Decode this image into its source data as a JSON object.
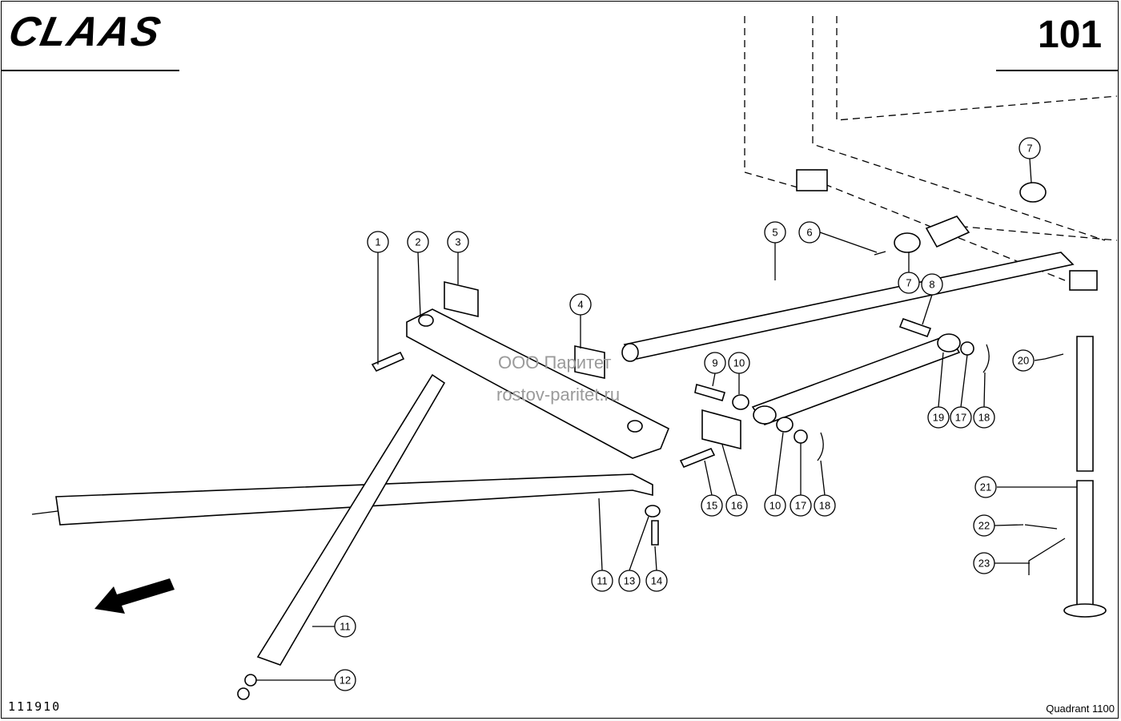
{
  "header": {
    "brand": "CLAAS",
    "page_number": "101"
  },
  "footer": {
    "drawing_number": "111910",
    "model": "Quadrant 1100"
  },
  "watermark": {
    "line1": "ООО Паритет",
    "line2": "rostov-paritet.ru"
  },
  "callouts": [
    "1",
    "2",
    "3",
    "4",
    "5",
    "6",
    "7",
    "7",
    "8",
    "9",
    "10",
    "10",
    "11",
    "11",
    "12",
    "13",
    "14",
    "15",
    "16",
    "17",
    "17",
    "18",
    "18",
    "19",
    "20",
    "21",
    "22",
    "23"
  ]
}
